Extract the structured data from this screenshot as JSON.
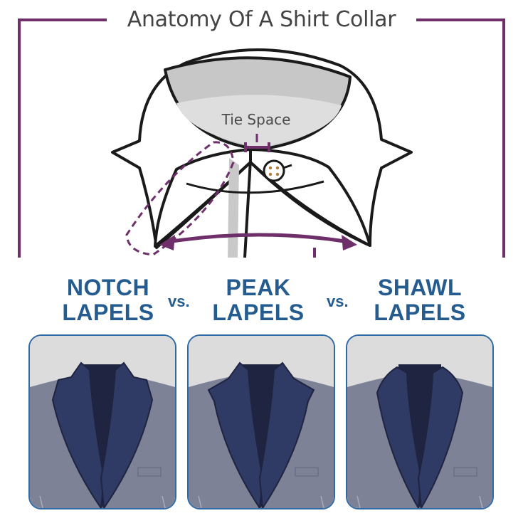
{
  "collar": {
    "title": "Anatomy Of A Shirt Collar",
    "tie_space_label": "Tie Space"
  },
  "lapels": {
    "items": [
      {
        "line1": "NOTCH",
        "line2": "LAPELS"
      },
      {
        "line1": "PEAK",
        "line2": "LAPELS"
      },
      {
        "line1": "SHAWL",
        "line2": "LAPELS"
      }
    ],
    "vs_label": "vs."
  },
  "colors": {
    "accent_purple": "#6e2f6a",
    "heading_blue": "#255c8f",
    "lapel_navy": "#2f3b64",
    "jacket_gray": "#7d8297"
  }
}
